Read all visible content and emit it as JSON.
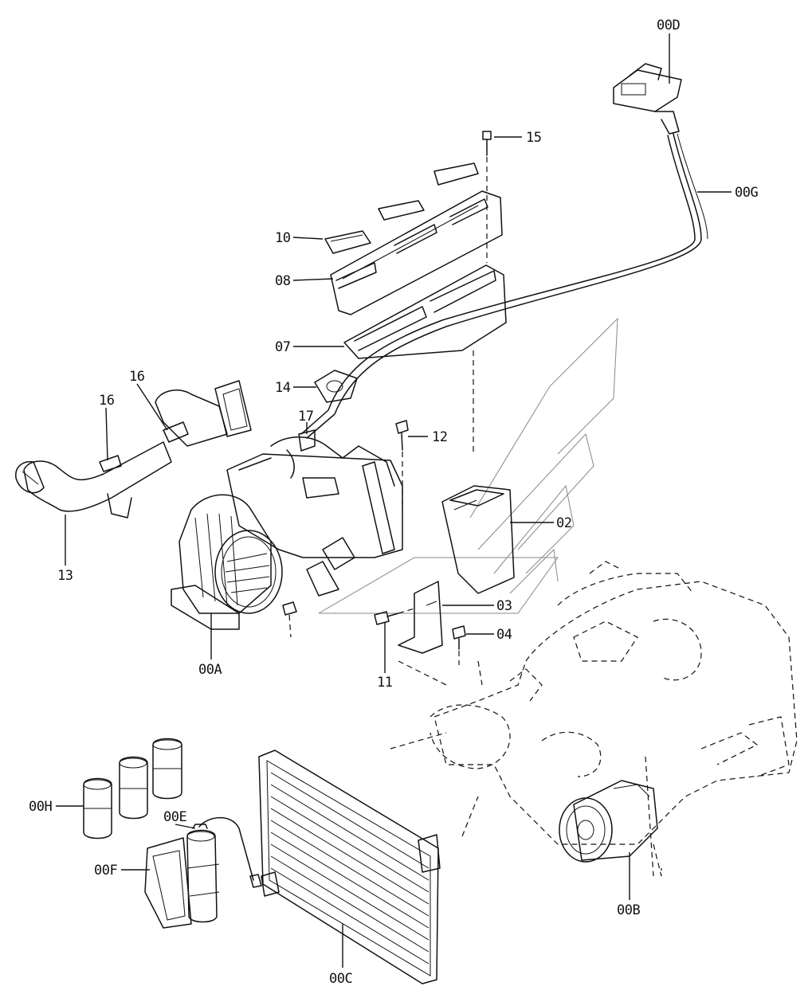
{
  "callouts": {
    "c00D": "00D",
    "c15": "15",
    "c00G": "00G",
    "c10": "10",
    "c08": "08",
    "c07": "07",
    "c14": "14",
    "c16a": "16",
    "c16b": "16",
    "c17": "17",
    "c12": "12",
    "c02": "02",
    "c13": "13",
    "c03": "03",
    "c04": "04",
    "c11": "11",
    "c00A": "00A",
    "c00H": "00H",
    "c00E": "00E",
    "c00F": "00F",
    "c00B": "00B",
    "c00C": "00C"
  },
  "colors": {
    "line": "#111111",
    "background": "#ffffff"
  }
}
